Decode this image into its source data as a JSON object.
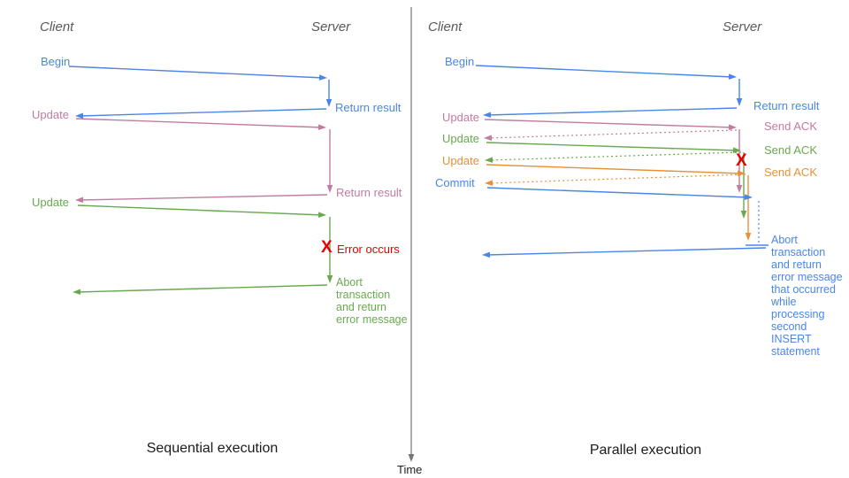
{
  "colors": {
    "blue": "#4a86e8",
    "pink": "#c27ba0",
    "green": "#6aa84f",
    "orange": "#e69138",
    "red": "#e60000",
    "axis": "#757575",
    "header": "#5a5a5a",
    "caption": "#1b1b1b"
  },
  "axis": {
    "label": "Time"
  },
  "left": {
    "caption": "Sequential execution",
    "client": "Client",
    "server": "Server",
    "begin": "Begin",
    "return_result_1": "Return result",
    "update_1": "Update",
    "return_result_2": "Return result",
    "update_2": "Update",
    "error_mark": "X",
    "error_label": "Error occurs",
    "abort": "Abort\ntransaction\nand return\nerror message"
  },
  "right": {
    "caption": "Parallel execution",
    "client": "Client",
    "server": "Server",
    "begin": "Begin",
    "return_result": "Return result",
    "update_1": "Update",
    "send_ack_1": "Send ACK",
    "update_2": "Update",
    "send_ack_2": "Send ACK",
    "update_3": "Update",
    "send_ack_3": "Send ACK",
    "commit": "Commit",
    "error_mark": "X",
    "abort": "Abort\ntransaction\nand return\nerror message\nthat occurred\nwhile\nprocessing\nsecond\nINSERT\nstatement"
  }
}
